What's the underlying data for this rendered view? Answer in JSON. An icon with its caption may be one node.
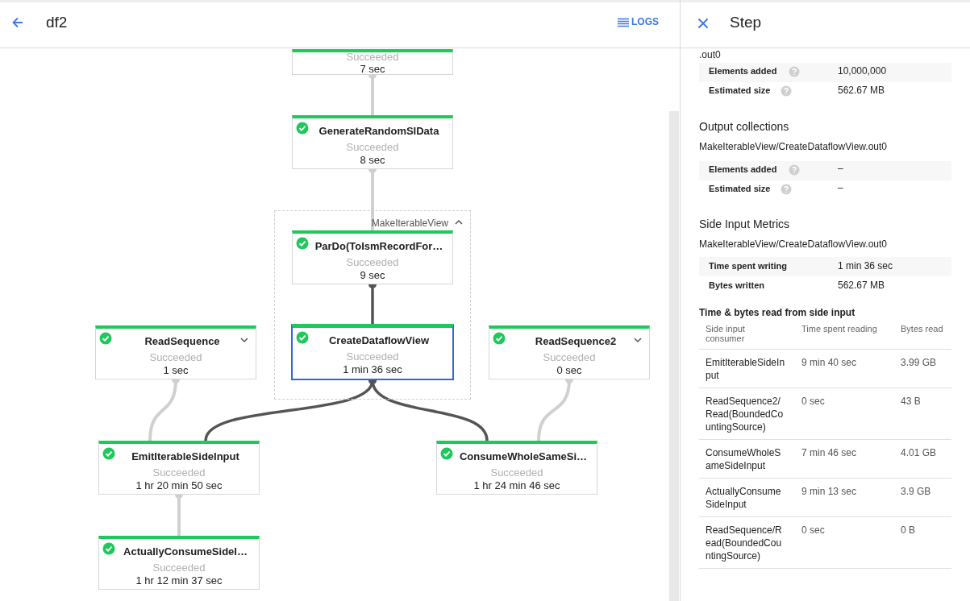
{
  "diagram": {
    "nodes": [
      {
        "text": [
          "Succeeded",
          "7 sec"
        ]
      },
      {
        "text": [
          "GenerateRandomSIData",
          "Succeeded",
          "8 sec"
        ]
      },
      {
        "text": [
          "MakeIterableView"
        ]
      },
      {
        "text": [
          "ParDo(ToIsmRecordFor…",
          "Succeeded",
          "9 sec"
        ],
        "in": 2
      },
      {
        "text": [
          "CreateDataflowView",
          "Succeeded",
          "1 min 36 sec"
        ],
        "in": 2
      },
      {
        "text": [
          "ReadSequence",
          "Succeeded",
          "1 sec"
        ]
      },
      {
        "text": [
          "ReadSequence2",
          "Succeeded",
          "0 sec"
        ]
      },
      {
        "text": [
          "EmitIterableSideInput",
          "Succeeded",
          "1 hr 20 min 50 sec"
        ]
      },
      {
        "text": [
          "ConsumeWholeSameSi…",
          "Succeeded",
          "1 hr 24 min 46 sec"
        ]
      },
      {
        "text": [
          "ActuallyConsumeSideI…",
          "Succeeded",
          "1 hr 12 min 37 sec"
        ]
      }
    ],
    "edges": [
      {
        "from": 0,
        "to": 1,
        "arrow": "other"
      },
      {
        "from": 1,
        "to": 3,
        "arrow": "other"
      },
      {
        "from": 3,
        "to": 4,
        "arrow": "other",
        "color": "#555555"
      },
      {
        "from": 4,
        "to": 7,
        "arrow": "other",
        "color": "#555555"
      },
      {
        "from": 4,
        "to": 8,
        "arrow": "other",
        "color": "#555555"
      },
      {
        "from": 5,
        "to": 7,
        "arrow": "other"
      },
      {
        "from": 6,
        "to": 8,
        "arrow": "other"
      },
      {
        "from": 7,
        "to": 9,
        "arrow": "other"
      }
    ],
    "labels": [
      "df2",
      "LOGS",
      "Step",
      ".out0",
      "Elements added",
      "10,000,000",
      "Estimated size",
      "562.67 MB",
      "Output collections",
      "MakeIterableView/CreateDataflowView.out0",
      "Elements added",
      "–",
      "Estimated size",
      "–",
      "Side Input Metrics",
      "MakeIterableView/CreateDataflowView.out0",
      "Time spent writing",
      "1 min 36 sec",
      "Bytes written",
      "562.67 MB",
      "Time & bytes read from side input",
      "Side input consumer",
      "Time spent reading",
      "Bytes read",
      "EmitIterableSideInput",
      "9 min 40 sec",
      "3.99 GB",
      "ReadSequence2/Read(BoundedCountingSource)",
      "0 sec",
      "43 B",
      "ConsumeWholeSameSideInput",
      "7 min 46 sec",
      "4.01 GB",
      "ActuallyConsumeSideInput",
      "9 min 13 sec",
      "3.9 GB",
      "ReadSequence/Read(BoundedCountingSource)",
      "0 sec",
      "0 B"
    ]
  }
}
